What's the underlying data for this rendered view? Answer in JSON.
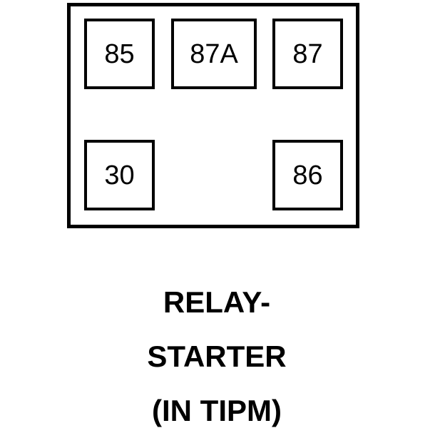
{
  "diagram": {
    "kind": "automotive-relay-pinout",
    "body": {
      "name": "relay-body-outline",
      "stroke_color": "#000000",
      "fill_color": "#ffffff"
    },
    "terminals": [
      {
        "id": "85",
        "label": "85",
        "row": "top",
        "position": "left"
      },
      {
        "id": "87A",
        "label": "87A",
        "row": "top",
        "position": "center"
      },
      {
        "id": "87",
        "label": "87",
        "row": "top",
        "position": "right"
      },
      {
        "id": "30",
        "label": "30",
        "row": "bottom",
        "position": "left"
      },
      {
        "id": "86",
        "label": "86",
        "row": "bottom",
        "position": "right"
      }
    ],
    "caption": {
      "lines": [
        "RELAY-",
        "STARTER",
        "(IN TIPM)"
      ],
      "text_color": "#000000"
    }
  }
}
